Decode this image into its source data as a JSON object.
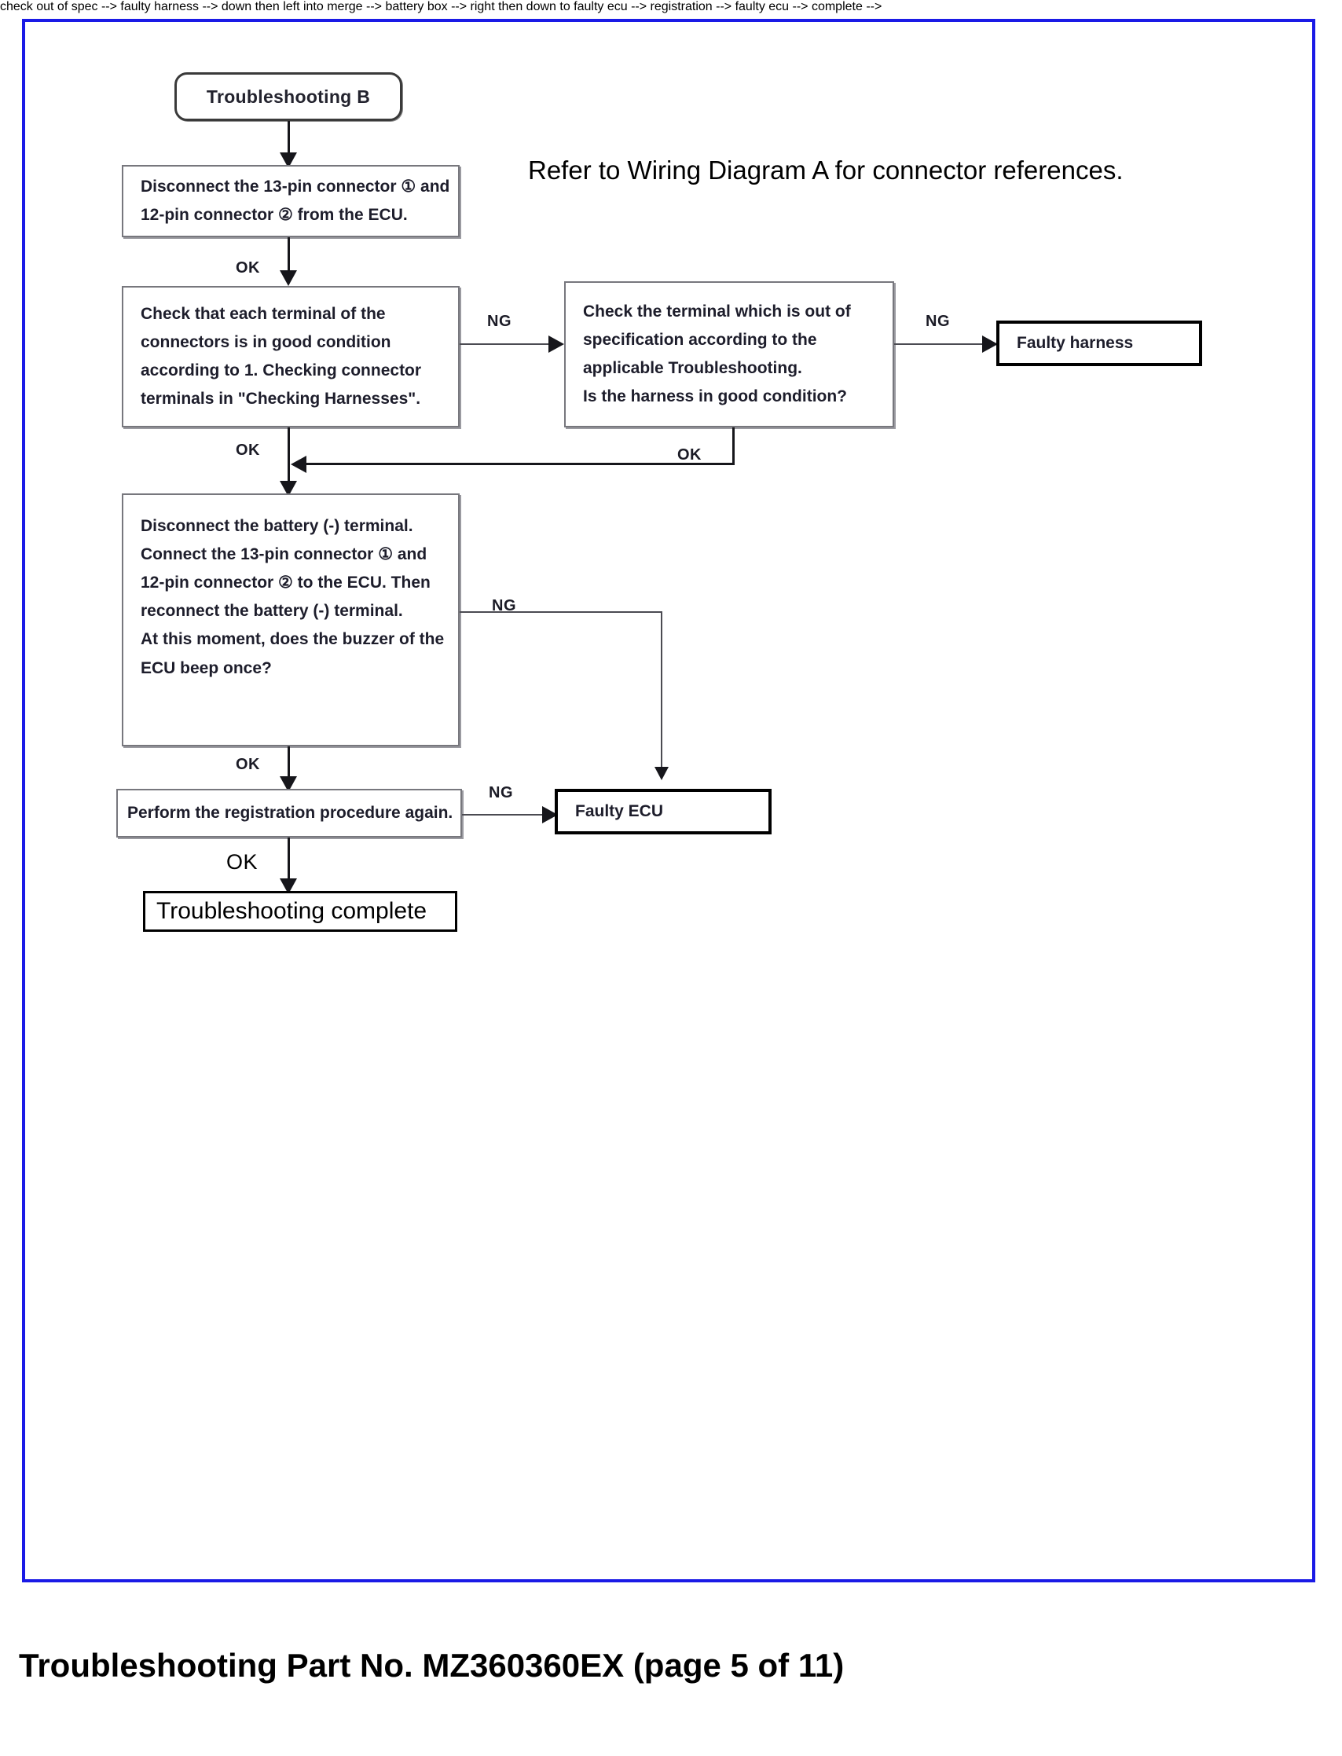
{
  "document": {
    "footer_caption": "Troubleshooting Part No. MZ360360EX (page 5 of 11)",
    "border_color": "#1a1ae6"
  },
  "note": {
    "wiring_reference": "Refer to Wiring Diagram A for connector references."
  },
  "flowchart": {
    "type": "flowchart",
    "title": "Troubleshooting B",
    "nodes": [
      {
        "id": "start",
        "shape": "terminator",
        "text": "Troubleshooting B"
      },
      {
        "id": "disconnect-connectors",
        "shape": "process",
        "lines": [
          "Disconnect the 13-pin connector ① and",
          "12-pin connector ② from the ECU."
        ]
      },
      {
        "id": "check-terminals",
        "shape": "process",
        "lines": [
          "Check that each terminal of the",
          "connectors is in good condition",
          "according to 1. Checking connector",
          "terminals in \"Checking Harnesses\"."
        ]
      },
      {
        "id": "check-out-of-spec",
        "shape": "process",
        "lines": [
          "Check the terminal which is out of",
          "specification according to the",
          "applicable Troubleshooting.",
          "Is the harness in good condition?"
        ]
      },
      {
        "id": "faulty-harness",
        "shape": "result",
        "text": "Faulty harness"
      },
      {
        "id": "battery-buzzer",
        "shape": "process",
        "lines": [
          "Disconnect  the  battery  (-)  terminal.",
          "Connect  the  13-pin  connector ① and",
          "12-pin  connector ② to the ECU. Then",
          "reconnect the battery (-) terminal.",
          "At this moment, does the buzzer of the",
          "ECU beep once?"
        ]
      },
      {
        "id": "registration-procedure",
        "shape": "process",
        "text": "Perform the registration procedure again."
      },
      {
        "id": "faulty-ecu",
        "shape": "result",
        "text": "Faulty ECU"
      },
      {
        "id": "troubleshooting-complete",
        "shape": "final",
        "text": "Troubleshooting complete"
      }
    ],
    "edges": [
      {
        "id": "e1",
        "from": "start",
        "to": "disconnect-connectors",
        "label": ""
      },
      {
        "id": "e2",
        "from": "disconnect-connectors",
        "to": "check-terminals",
        "label": "OK"
      },
      {
        "id": "e3",
        "from": "check-terminals",
        "to": "check-out-of-spec",
        "label": "NG"
      },
      {
        "id": "e4",
        "from": "check-out-of-spec",
        "to": "faulty-harness",
        "label": "NG"
      },
      {
        "id": "e5",
        "from": "check-terminals",
        "to": "battery-buzzer",
        "label": "OK"
      },
      {
        "id": "e6",
        "from": "check-out-of-spec",
        "to": "battery-buzzer",
        "label": "OK"
      },
      {
        "id": "e7",
        "from": "battery-buzzer",
        "to": "registration-procedure",
        "label": "OK"
      },
      {
        "id": "e8",
        "from": "battery-buzzer",
        "to": "faulty-ecu",
        "label": "NG"
      },
      {
        "id": "e9",
        "from": "registration-procedure",
        "to": "faulty-ecu",
        "label": "NG"
      },
      {
        "id": "e10",
        "from": "registration-procedure",
        "to": "troubleshooting-complete",
        "label": "OK"
      }
    ],
    "labels": {
      "ok": "OK",
      "ng": "NG"
    }
  }
}
